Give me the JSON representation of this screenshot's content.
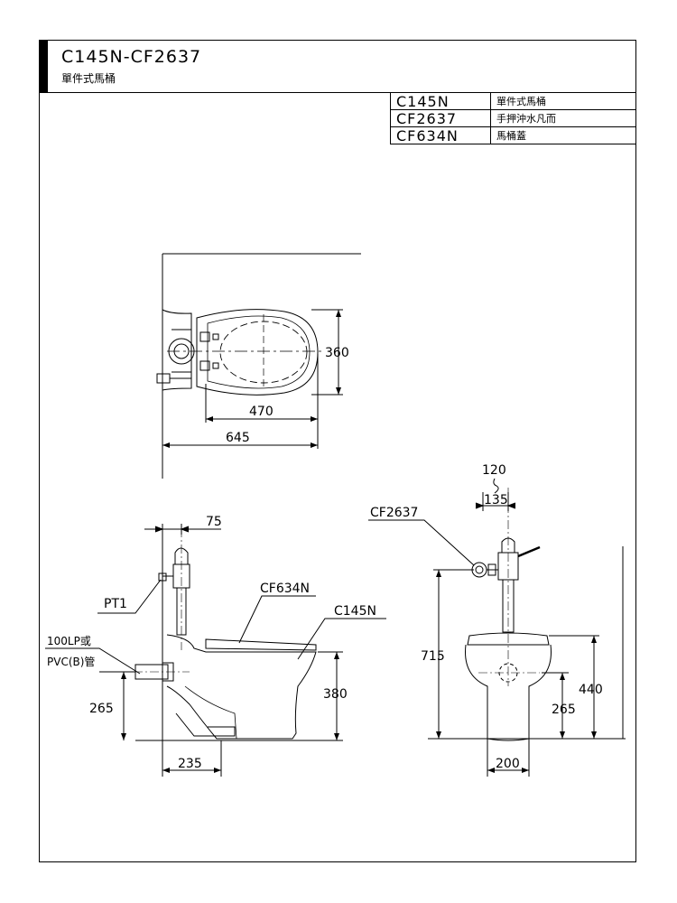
{
  "header": {
    "title": "C145N-CF2637",
    "subtitle": "單件式馬桶"
  },
  "parts_table": [
    {
      "code": "C145N",
      "name": "單件式馬桶"
    },
    {
      "code": "CF2637",
      "name": "手押沖水凡而"
    },
    {
      "code": "CF634N",
      "name": "馬桶蓋"
    }
  ],
  "top_view": {
    "dim_width": "360",
    "dim_bowl_length": "470",
    "dim_total_length": "645"
  },
  "side_view": {
    "dim_valve_offset": "75",
    "label_pt1": "PT1",
    "label_pipe_1": "100LP或",
    "label_pipe_2": "PVC(B)管",
    "label_seat": "CF634N",
    "label_bowl": "C145N",
    "dim_outlet_height": "265",
    "dim_rim_height": "380",
    "dim_base_depth": "235"
  },
  "front_view": {
    "label_valve": "CF2637",
    "dim_top": "120",
    "dim_spacing": "135",
    "dim_valve_height": "715",
    "dim_total_height": "440",
    "dim_outlet_height": "265",
    "dim_base_width": "200"
  }
}
